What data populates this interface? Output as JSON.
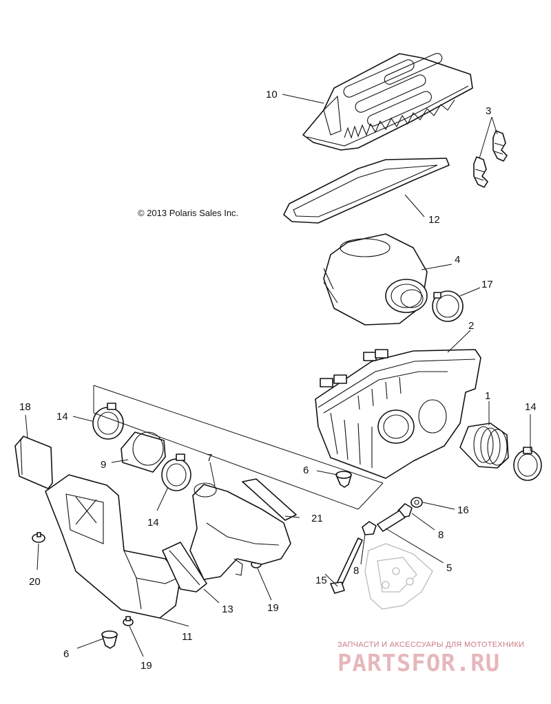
{
  "copyright": "© 2013 Polaris Sales Inc.",
  "watermark": {
    "tagline": "ЗАПЧАСТИ И АКСЕССУАРЫ ДЛЯ МОТОТЕХНИКИ",
    "brand": "PARTSFOR.RU",
    "color": "#e6b7bb"
  },
  "callouts": {
    "c1": "1",
    "c2": "2",
    "c3": "3",
    "c4": "4",
    "c5": "5",
    "c6a": "6",
    "c6b": "6",
    "c7": "7",
    "c8a": "8",
    "c8b": "8",
    "c9": "9",
    "c10": "10",
    "c11": "11",
    "c12": "12",
    "c13": "13",
    "c14a": "14",
    "c14b": "14",
    "c14c": "14",
    "c15": "15",
    "c16": "16",
    "c17": "17",
    "c18": "18",
    "c19a": "19",
    "c19b": "19",
    "c20": "20",
    "c21": "21"
  }
}
